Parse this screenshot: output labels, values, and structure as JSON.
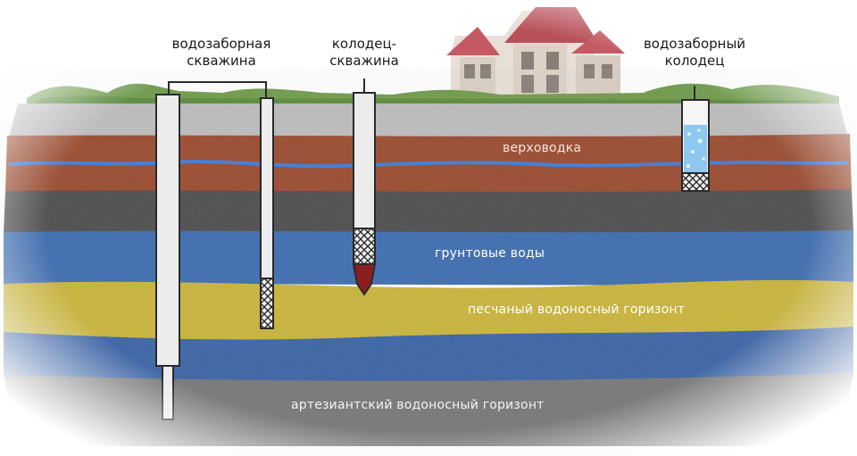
{
  "labels": {
    "borehole": [
      "водозаборная",
      "скважина"
    ],
    "well_borehole": [
      "колодец-",
      "скважина"
    ],
    "dug_well": [
      "водозаборный",
      "колодец"
    ]
  },
  "strata": {
    "perched": "верховодка",
    "groundwater": "грунтовые воды",
    "sand_aquifer": "песчаный водоносный горизонт",
    "artesian": "артезиантский водоносный горизонт"
  },
  "colors": {
    "sky": "#ffffff",
    "grass": "#6e9a4a",
    "topsoil": "#bcbcbc",
    "perched_layer": "#9a4a2e",
    "water_line": "#3f7bd8",
    "clay": "#4d4d4d",
    "groundwater_layer": "#3d6cb0",
    "sand_layer": "#c9b43a",
    "artesian_layer": "#3a63a6",
    "bottom_clay": "#777777",
    "house_roof": "#c45a64",
    "pipe": "#ececec",
    "dug_well_water": "#8ec7ef",
    "text_on_dark": "#f2e6dc",
    "text_on_sand": "#ffffff",
    "text_on_gray": "#f4f4f4"
  }
}
